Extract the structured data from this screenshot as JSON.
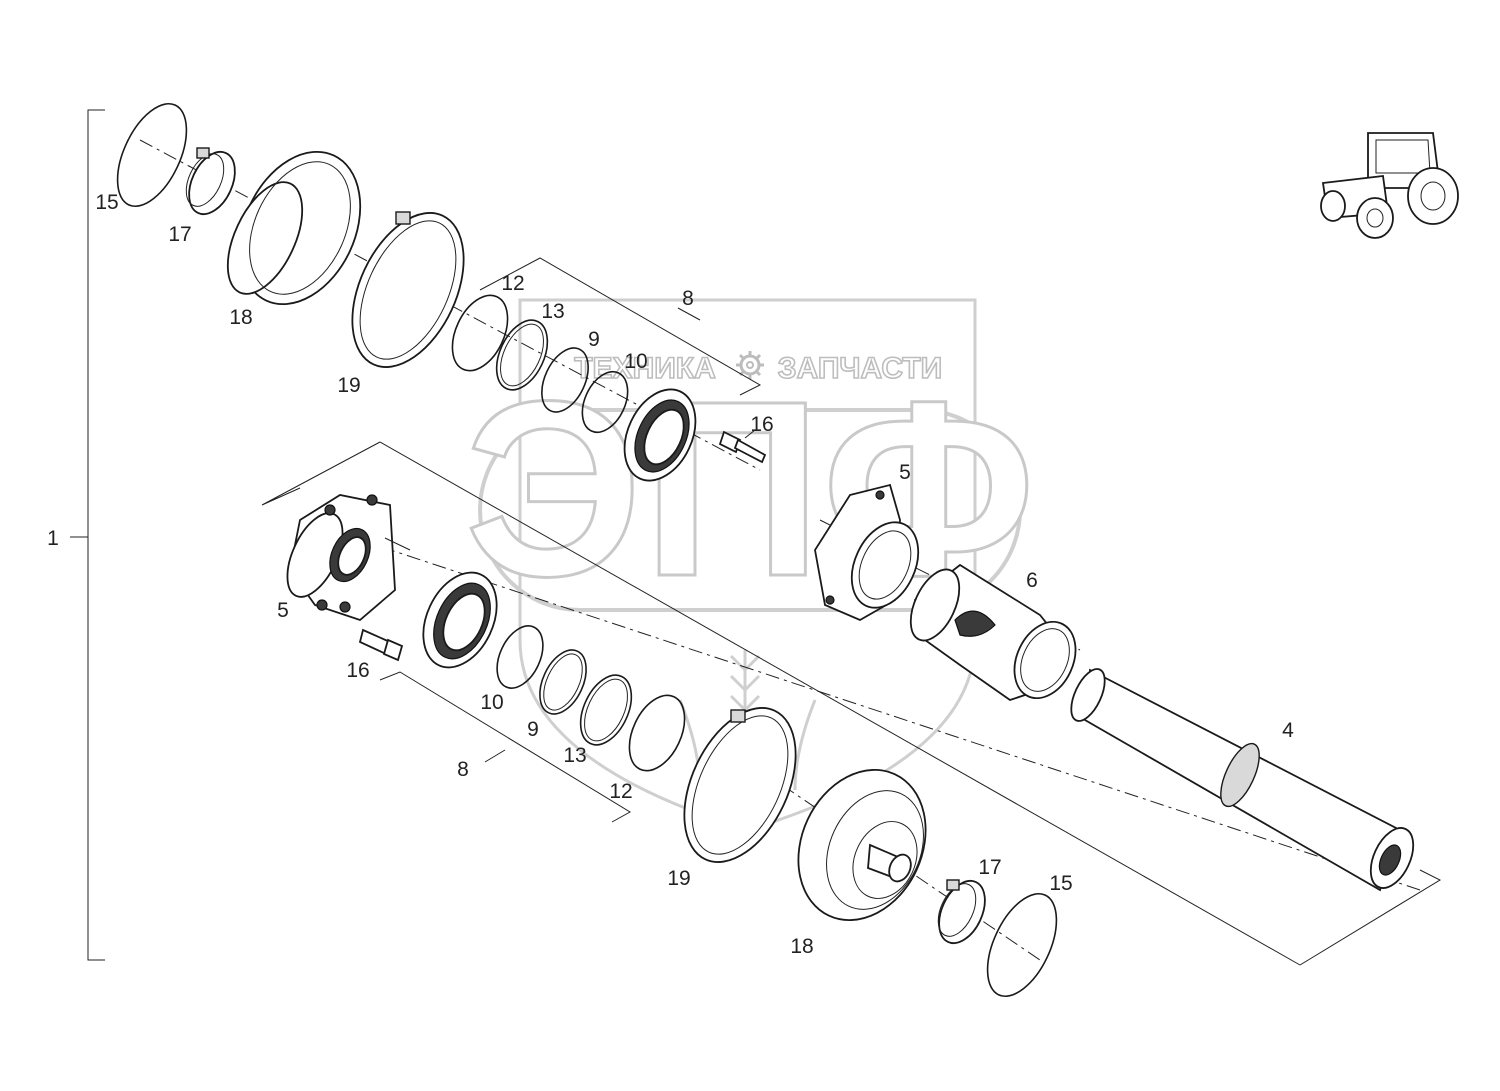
{
  "watermark": {
    "left_text": "ТЕХНИКА",
    "right_text": "ЗАПЧАСТИ",
    "logo_letters": "ЭПФ",
    "separator_icon": "gear-icon"
  },
  "tractor_icon": "tractor-icon",
  "callouts": {
    "assembly": "1",
    "shaft": "4",
    "flange_upper": "5",
    "flange_lower": "5",
    "joint": "6",
    "kit_upper": "8",
    "kit_lower": "8",
    "ring9_upper": "9",
    "ring9_lower": "9",
    "seal10_upper": "10",
    "seal10_lower": "10",
    "ring12_upper": "12",
    "ring12_lower": "12",
    "ring13_upper": "13",
    "ring13_lower": "13",
    "circlip15_upper": "15",
    "circlip15_lower": "15",
    "bolt16_upper": "16",
    "bolt16_lower": "16",
    "clamp17_upper": "17",
    "clamp17_lower": "17",
    "boot18_upper": "18",
    "boot18_lower": "18",
    "band19_upper": "19",
    "band19_lower": "19"
  }
}
